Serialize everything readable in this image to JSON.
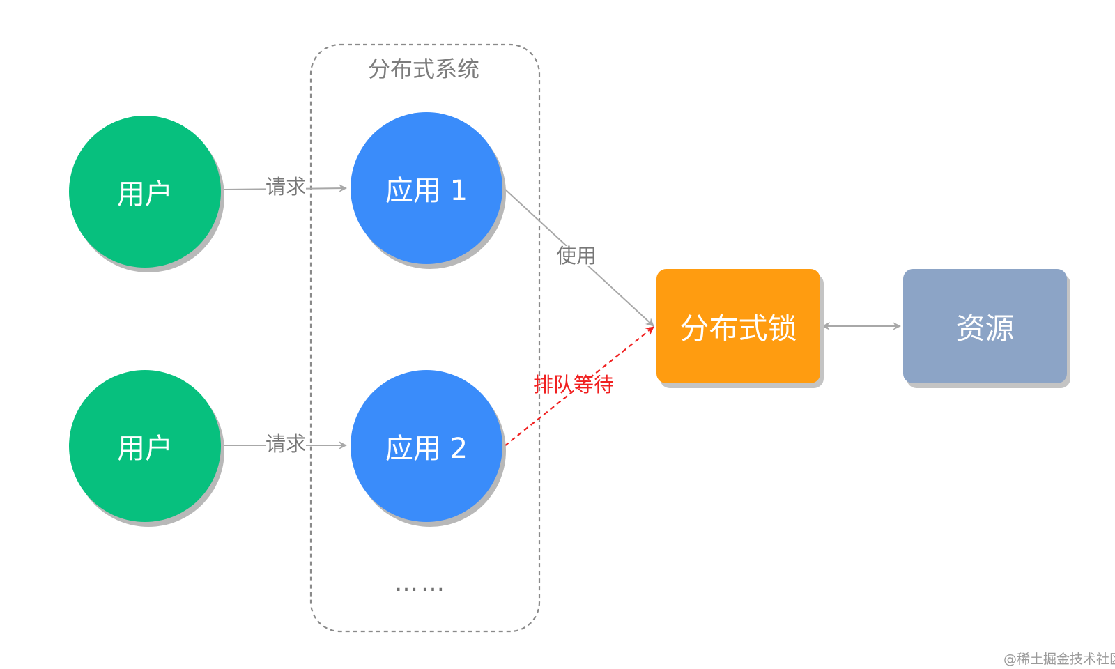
{
  "group": {
    "title": "分布式系统",
    "ellipsis": "……"
  },
  "nodes": {
    "user1": "用户",
    "user2": "用户",
    "app1": "应用 1",
    "app2": "应用 2",
    "lock": "分布式锁",
    "resource": "资源"
  },
  "edges": {
    "request1": "请求",
    "request2": "请求",
    "use": "使用",
    "queue": "排队等待"
  },
  "watermark": "@稀土掘金技术社区",
  "colors": {
    "user": "#07c07e",
    "app": "#3a8cfa",
    "lock": "#ff9c10",
    "resource": "#8ca4c6",
    "edge": "#a8a8a8",
    "queue_edge": "#f02020",
    "group_border": "#8a8a8a"
  }
}
